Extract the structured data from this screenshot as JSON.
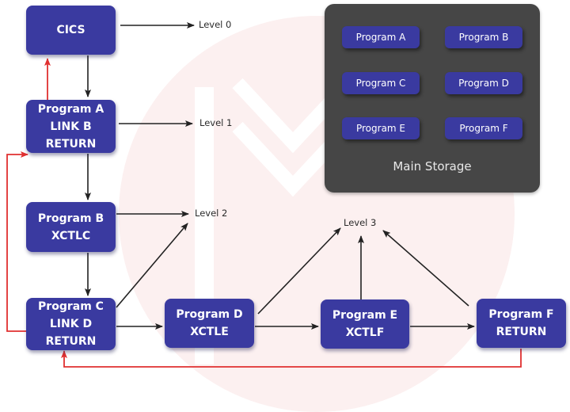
{
  "diagram": {
    "nodes": {
      "cics": {
        "lines": [
          "CICS"
        ]
      },
      "prog_a": {
        "lines": [
          "Program A",
          "LINK B",
          "RETURN"
        ]
      },
      "prog_b": {
        "lines": [
          "Program B",
          "XCTLC"
        ]
      },
      "prog_c": {
        "lines": [
          "Program C",
          "LINK D",
          "RETURN"
        ]
      },
      "prog_d": {
        "lines": [
          "Program D",
          "XCTLE"
        ]
      },
      "prog_e": {
        "lines": [
          "Program E",
          "XCTLF"
        ]
      },
      "prog_f": {
        "lines": [
          "Program F",
          "RETURN"
        ]
      }
    },
    "levels": {
      "level0": "Level 0",
      "level1": "Level 1",
      "level2": "Level 2",
      "level3": "Level 3"
    },
    "main_storage": {
      "label": "Main Storage",
      "programs": [
        "Program A",
        "Program B",
        "Program C",
        "Program D",
        "Program E",
        "Program F"
      ]
    },
    "edges": [
      {
        "from": "CICS",
        "to": "Program A",
        "type": "control"
      },
      {
        "from": "Program A",
        "to": "Program B",
        "type": "control"
      },
      {
        "from": "Program B",
        "to": "Program C",
        "type": "control"
      },
      {
        "from": "Program C",
        "to": "Program D",
        "type": "control"
      },
      {
        "from": "Program D",
        "to": "Program E",
        "type": "control"
      },
      {
        "from": "Program E",
        "to": "Program F",
        "type": "control"
      },
      {
        "from": "CICS",
        "to": "Level 0",
        "type": "level"
      },
      {
        "from": "Program A",
        "to": "Level 1",
        "type": "level"
      },
      {
        "from": "Program B",
        "to": "Level 2",
        "type": "level"
      },
      {
        "from": "Program C",
        "to": "Level 2",
        "type": "level"
      },
      {
        "from": "Program D",
        "to": "Level 3",
        "type": "level"
      },
      {
        "from": "Program E",
        "to": "Level 3",
        "type": "level"
      },
      {
        "from": "Program F",
        "to": "Level 3",
        "type": "level"
      },
      {
        "from": "Program A",
        "to": "CICS",
        "type": "return"
      },
      {
        "from": "Program C",
        "to": "Program A",
        "type": "return"
      },
      {
        "from": "Program F",
        "to": "Program C",
        "type": "return"
      }
    ],
    "colors": {
      "node": "#3a3aa0",
      "storage": "#464646",
      "arrow": "#222222",
      "return_arrow": "#e03030",
      "watermark": "#fcf0f0"
    }
  }
}
